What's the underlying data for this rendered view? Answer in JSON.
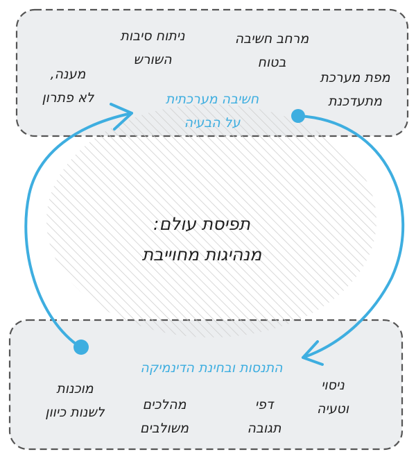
{
  "colors": {
    "accent": "#3eaee0",
    "panel_fill": "#eceef0",
    "panel_stroke": "#555555",
    "hatch": "#cfcfcf",
    "text": "#1e1e1e"
  },
  "top_panel": {
    "items": [
      {
        "lines": [
          "ניתוח סיבות",
          "השורש"
        ]
      },
      {
        "lines": [
          "מרחב חשיבה",
          "בטוח"
        ]
      },
      {
        "lines": [
          "מענה,",
          "לא פתרון"
        ]
      },
      {
        "lines": [
          "מפת מערכת",
          "מתעדכנת"
        ]
      }
    ],
    "heading": {
      "lines": [
        "חשיבה מערכתית",
        "על הבעיה"
      ]
    }
  },
  "center": {
    "lines": [
      "תפיסת עולם:",
      "מנהיגות מחוייבת"
    ]
  },
  "bottom_panel": {
    "heading": {
      "lines": [
        "התנסות ובחינת הדינמיקה"
      ]
    },
    "items": [
      {
        "lines": [
          "ניסוי",
          "וטעיה"
        ]
      },
      {
        "lines": [
          "דפי",
          "תגובה"
        ]
      },
      {
        "lines": [
          "מהלכים",
          "משולבים"
        ]
      },
      {
        "lines": [
          "מוכנות",
          "לשנות כיוון"
        ]
      }
    ]
  }
}
